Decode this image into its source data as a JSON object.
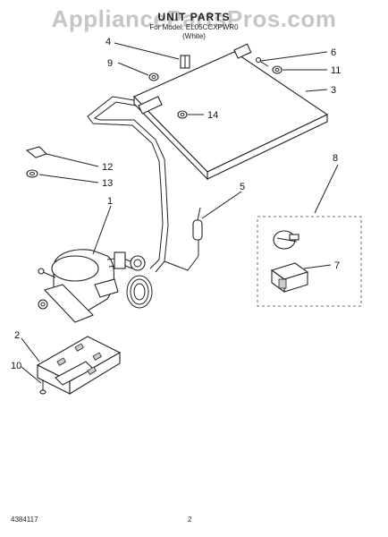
{
  "header": {
    "title": "UNIT PARTS",
    "model": "For Model: EL05CCXPWR0",
    "note": "(White)"
  },
  "watermark": "AppliancePartsPros.com",
  "footer": {
    "part_number": "4384117",
    "page_number": "2"
  },
  "callouts": [
    {
      "key": "c1",
      "label": "1"
    },
    {
      "key": "c2",
      "label": "2"
    },
    {
      "key": "c3",
      "label": "3"
    },
    {
      "key": "c4",
      "label": "4"
    },
    {
      "key": "c5",
      "label": "5"
    },
    {
      "key": "c6",
      "label": "6"
    },
    {
      "key": "c7",
      "label": "7"
    },
    {
      "key": "c8",
      "label": "8"
    },
    {
      "key": "c9",
      "label": "9"
    },
    {
      "key": "c10",
      "label": "10"
    },
    {
      "key": "c11",
      "label": "11"
    },
    {
      "key": "c12",
      "label": "12"
    },
    {
      "key": "c13",
      "label": "13"
    },
    {
      "key": "c14",
      "label": "14"
    }
  ]
}
